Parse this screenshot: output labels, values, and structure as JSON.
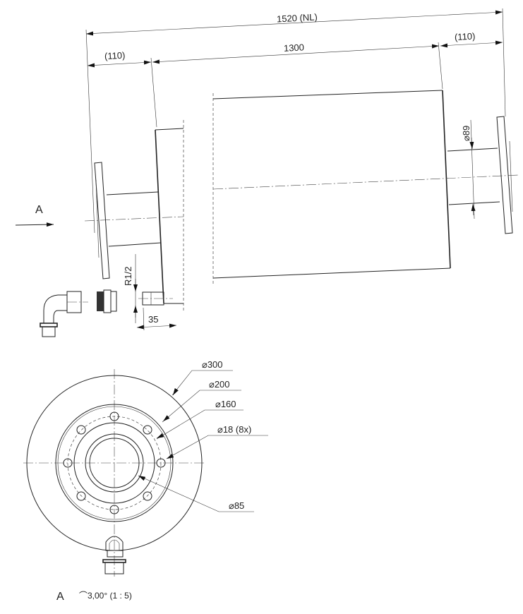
{
  "side_view": {
    "overall_length": "1520 (NL)",
    "body_length": "1300",
    "left_flange_length": "(110)",
    "right_flange_length": "(110)",
    "pipe_diameter": "⌀89",
    "thread_size": "R1/2",
    "socket_offset": "35",
    "view_marker": "A"
  },
  "end_view": {
    "outer_diameter": "⌀300",
    "flange_diameter": "⌀200",
    "bolt_circle": "⌀160",
    "bolt_holes": "⌀18 (8x)",
    "bore_diameter": "⌀85",
    "view_label": "A",
    "view_caption": "⌒3,00° (1 : 5)"
  }
}
